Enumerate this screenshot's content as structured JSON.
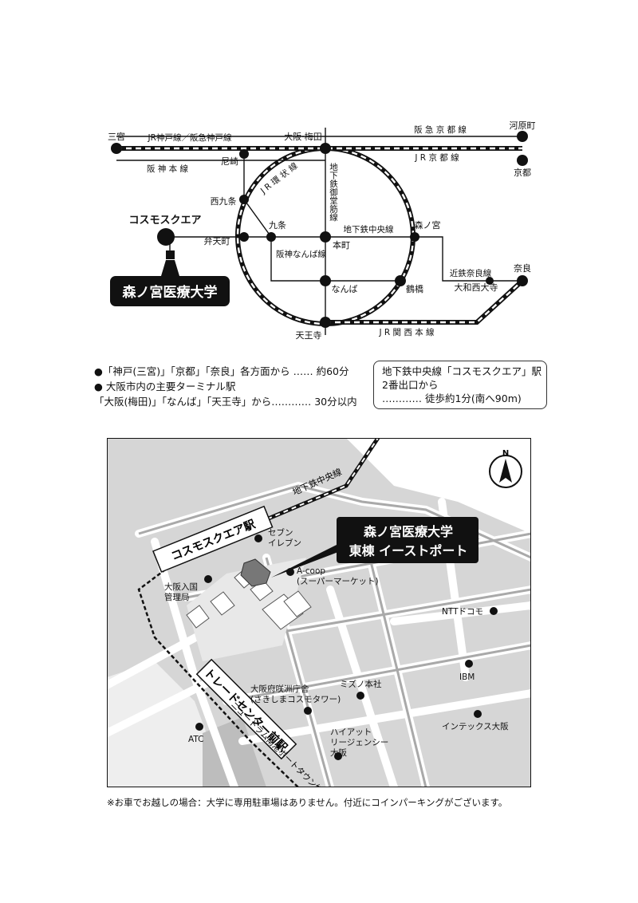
{
  "route_map": {
    "stations": {
      "sannomiya": "三宮",
      "osaka_umeda": "大阪·梅田",
      "kawaramachi": "河原町",
      "kyoto": "京都",
      "amagasaki": "尼崎",
      "nishikujo": "西九条",
      "kujo": "九条",
      "bentencho": "弁天町",
      "honmachi": "本町",
      "morinomiya": "森ノ宮",
      "namba": "なんば",
      "tsuruhashi": "鶴橋",
      "nara": "奈良",
      "yamato_saidaiji": "大和西大寺",
      "tennoji": "天王寺",
      "cosmo_square": "コスモスクエア"
    },
    "lines": {
      "jr_kobe_hankyu_kobe": "JR神戸線／阪急神戸線",
      "hanshin_main": "阪 神 本 線",
      "hankyu_kyoto": "阪 急 京 都 線",
      "jr_kyoto": "J R 京 都 線",
      "jr_loop": "J R 環 状 線",
      "midosuji": "地下鉄御堂筋線",
      "chuo": "地下鉄中央線",
      "hanshin_namba": "阪神なんば線",
      "kintetsu_nara": "近鉄奈良線",
      "jr_kansai_main": "J R 関 西 本 線"
    },
    "school_label": "森ノ宮医療大学"
  },
  "access_info": {
    "line1": "●「神戸(三宮)」「京都」「奈良」各方面から …… 約60分",
    "line2": "● 大阪市内の主要ターミナル駅",
    "line3": "「大阪(梅田)」「なんば」「天王寺」から………… 30分以内"
  },
  "access_box": {
    "line1": "地下鉄中央線「コスモスクエア」駅",
    "line2": "2番出口から",
    "line3": "………… 徒歩約1分(南へ90m)"
  },
  "area_map": {
    "compass": "N",
    "chuo_line": "地下鉄中央線",
    "cosmo_station": "コスモスクエア駅",
    "trade_center_station": "トレードセンター前駅",
    "new_tram": "ニュートラム南港ポートタウン線",
    "callout_line1": "森ノ宮医療大学",
    "callout_line2": "東棟 イーストポート",
    "landmarks": {
      "seven_eleven": "セブン\nイレブン",
      "immigration": "大阪入国\n管理局",
      "acoop": "A-coop\n(スーパーマーケット)",
      "ntt": "NTTドコモ",
      "ibm": "IBM",
      "prefecture": "大阪府咲洲庁舎\n(さきしまコスモタワー)",
      "mizuno": "ミズノ本社",
      "intex": "インテックス大阪",
      "hyatt": "ハイアット\nリージェンシー\n大阪",
      "atc": "ATC"
    }
  },
  "footnote": "※お車でお越しの場合：大学に専用駐車場はありません。付近にコインパーキングがございます。"
}
